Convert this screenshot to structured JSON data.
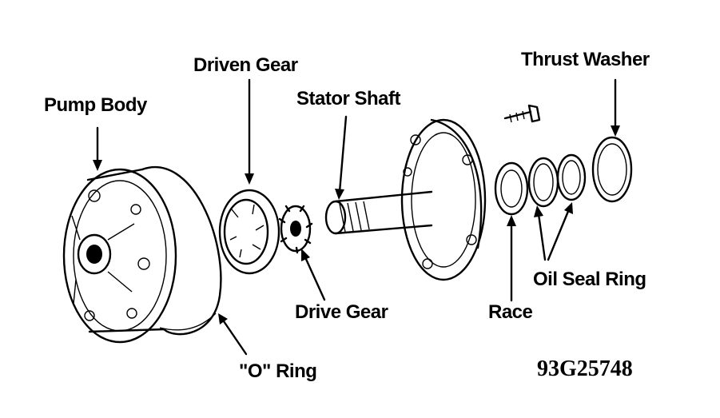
{
  "labels": {
    "pump_body": "Pump Body",
    "driven_gear": "Driven Gear",
    "stator_shaft": "Stator Shaft",
    "thrust_washer": "Thrust Washer",
    "oil_seal_ring": "Oil Seal Ring",
    "drive_gear": "Drive Gear",
    "race": "Race",
    "o_ring": "\"O\" Ring"
  },
  "figure_code": "93G25748"
}
